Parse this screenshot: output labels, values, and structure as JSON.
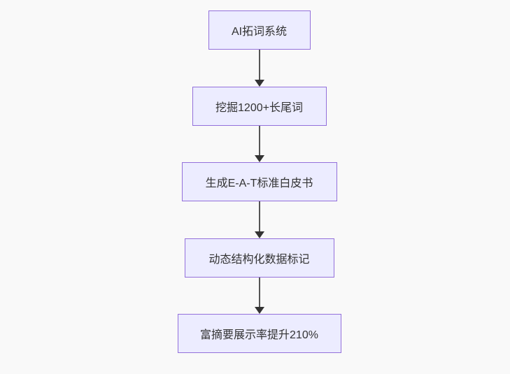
{
  "diagram": {
    "type": "flowchart",
    "direction": "top-down",
    "nodes": [
      {
        "id": "n1",
        "label": "AI拓词系统"
      },
      {
        "id": "n2",
        "label": "挖掘1200+长尾词"
      },
      {
        "id": "n3",
        "label": "生成E-A-T标准白皮书"
      },
      {
        "id": "n4",
        "label": "动态结构化数据标记"
      },
      {
        "id": "n5",
        "label": "富摘要展示率提升210%"
      }
    ],
    "edges": [
      {
        "from": "n1",
        "to": "n2",
        "arrow": "down"
      },
      {
        "from": "n2",
        "to": "n3",
        "arrow": "down"
      },
      {
        "from": "n3",
        "to": "n4",
        "arrow": "down"
      },
      {
        "from": "n4",
        "to": "n5",
        "arrow": "down"
      }
    ],
    "colors": {
      "background": "#f9f9f9",
      "node_fill": "#ECECFF",
      "node_border": "#9370DB",
      "node_text": "#333333",
      "edge_line": "#555555",
      "edge_arrowhead": "#333333"
    }
  }
}
